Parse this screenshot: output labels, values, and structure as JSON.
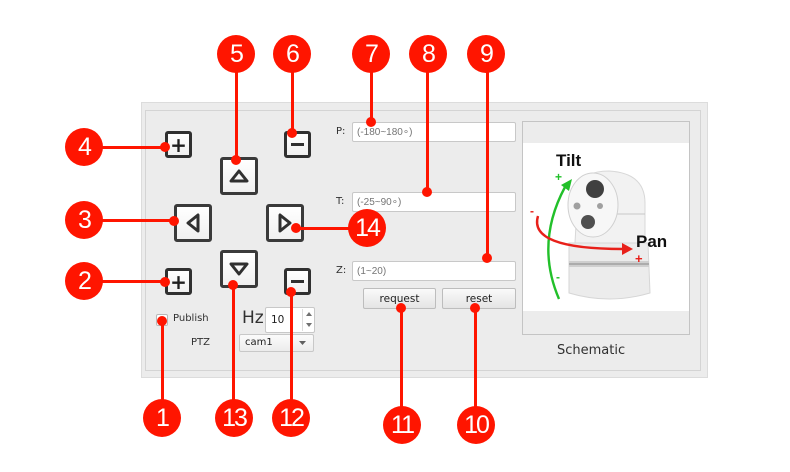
{
  "ptz_panel": {
    "buttons": {
      "zoom_in_top": {
        "icon": "plus-icon",
        "glyph": "+"
      },
      "zoom_in_bottom": {
        "icon": "plus-icon",
        "glyph": "+"
      },
      "zoom_out_top": {
        "icon": "minus-icon",
        "glyph": "−"
      },
      "zoom_out_bottom": {
        "icon": "minus-icon",
        "glyph": "−"
      },
      "tilt_up": {
        "icon": "triangle-up-icon"
      },
      "tilt_down": {
        "icon": "triangle-down-icon"
      },
      "pan_left": {
        "icon": "triangle-left-icon"
      },
      "pan_right": {
        "icon": "triangle-right-icon"
      }
    },
    "publish": {
      "label": "Publish",
      "checked": false
    },
    "hz": {
      "label": "Hz",
      "value": "10"
    },
    "ptz": {
      "label": "PTZ",
      "selected": "cam1"
    },
    "fields": {
      "pan": {
        "label": "P:",
        "value": "",
        "placeholder": "(-180~180∘)"
      },
      "tilt": {
        "label": "T:",
        "value": "",
        "placeholder": "(-25~90∘)"
      },
      "zoom": {
        "label": "Z:",
        "value": "",
        "placeholder": "(1~20)"
      }
    },
    "request_label": "request",
    "reset_label": "reset",
    "schematic": {
      "caption": "Schematic",
      "tilt_label": "Tilt",
      "pan_label": "Pan",
      "plus": "+",
      "minus": "-"
    }
  },
  "callouts": [
    "1",
    "2",
    "3",
    "4",
    "5",
    "6",
    "7",
    "8",
    "9",
    "10",
    "11",
    "12",
    "13",
    "14"
  ],
  "colors": {
    "callout": "#ff1500",
    "tilt_arrow": "#22c02a",
    "pan_arrow": "#e8201a"
  }
}
